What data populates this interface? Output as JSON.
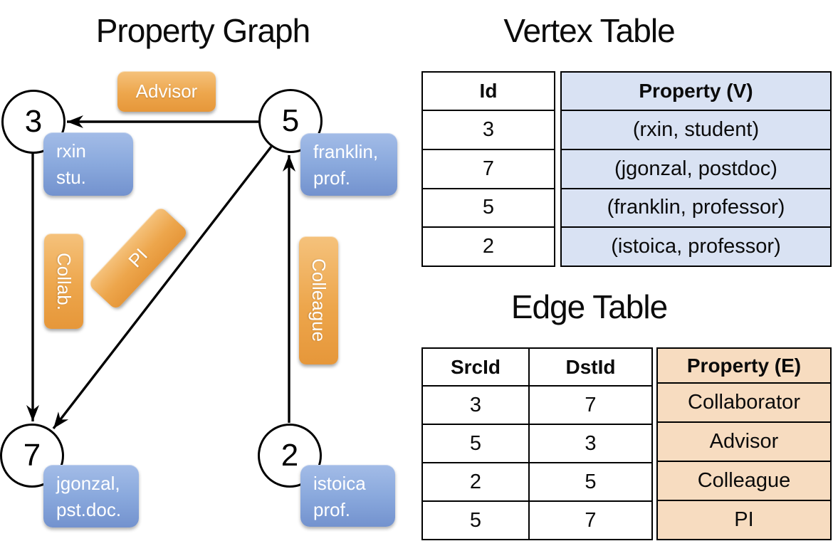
{
  "slide": {
    "graph_title": "Property Graph",
    "vertex_table_title": "Vertex Table",
    "edge_table_title": "Edge Table"
  },
  "graph": {
    "nodes": [
      {
        "id": "3",
        "line1": "rxin",
        "line2": "stu."
      },
      {
        "id": "5",
        "line1": "franklin,",
        "line2": "prof."
      },
      {
        "id": "7",
        "line1": "jgonzal,",
        "line2": "pst.doc."
      },
      {
        "id": "2",
        "line1": "istoica",
        "line2": "prof."
      }
    ],
    "edges": [
      {
        "label": "Advisor",
        "src": "5",
        "dst": "3"
      },
      {
        "label": "Collab.",
        "src": "3",
        "dst": "7"
      },
      {
        "label": "PI",
        "src": "5",
        "dst": "7"
      },
      {
        "label": "Colleague",
        "src": "2",
        "dst": "5"
      }
    ]
  },
  "vertex_table": {
    "headers": {
      "id": "Id",
      "property": "Property (V)"
    },
    "rows": [
      {
        "id": "3",
        "property": "(rxin, student)"
      },
      {
        "id": "7",
        "property": "(jgonzal, postdoc)"
      },
      {
        "id": "5",
        "property": "(franklin, professor)"
      },
      {
        "id": "2",
        "property": "(istoica, professor)"
      }
    ]
  },
  "edge_table": {
    "headers": {
      "src": "SrcId",
      "dst": "DstId",
      "property": "Property (E)"
    },
    "rows": [
      {
        "src": "3",
        "dst": "7",
        "property": "Collaborator"
      },
      {
        "src": "5",
        "dst": "3",
        "property": "Advisor"
      },
      {
        "src": "2",
        "dst": "5",
        "property": "Colleague"
      },
      {
        "src": "5",
        "dst": "7",
        "property": "PI"
      }
    ]
  },
  "colors": {
    "edge_label_orange": "#EDA64C",
    "vertex_prop_blue": "#8AA9DD",
    "vertex_cell_fill": "#D9E2F3",
    "edge_cell_fill": "#F7DCC0",
    "line_black": "#000000"
  }
}
